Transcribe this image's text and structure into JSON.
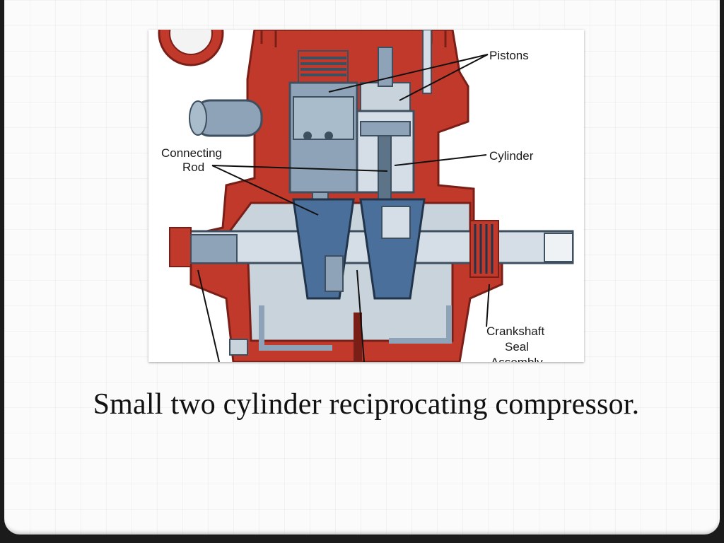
{
  "figure": {
    "labels": {
      "pistons": "Pistons",
      "cylinder": "Cylinder",
      "connecting_rod_line1": "Connecting",
      "connecting_rod_line2": "Rod",
      "crankshaft_line1": "Crankshaft",
      "crankshaft_line2": "Seal",
      "crankshaft_line3": "Assembly"
    },
    "colors": {
      "housing": "#c0392b",
      "housing_dark": "#7a1f17",
      "steel": "#8ea3b7",
      "steel_dark": "#5d7388",
      "crank": "#4a6f9a",
      "chamber": "#c9d3dc"
    }
  },
  "caption": "Small two cylinder reciprocating compressor."
}
